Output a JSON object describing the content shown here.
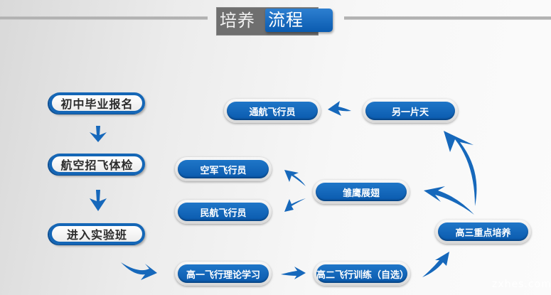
{
  "title": {
    "prefix": "培养",
    "highlight": "流程"
  },
  "colors": {
    "accent_blue": "#0a5bb0",
    "title_gray": "#6f6f6f",
    "arrow_blue": "#1668bb"
  },
  "left_column": [
    {
      "label": "初中毕业报名"
    },
    {
      "label": "航空招飞体检"
    },
    {
      "label": "进入实验班"
    }
  ],
  "nodes": {
    "general_pilot": "通航飞行员",
    "another_sky": "另一片天",
    "airforce_pilot": "空军飞行员",
    "young_eagle": "雏鹰展翅",
    "civil_pilot": "民航飞行员",
    "grade12_training": "高三重点培养",
    "grade10_theory": "高一飞行理论学习",
    "grade11_training": "高二飞行训练（自选）"
  },
  "watermark": "zxhes.com"
}
